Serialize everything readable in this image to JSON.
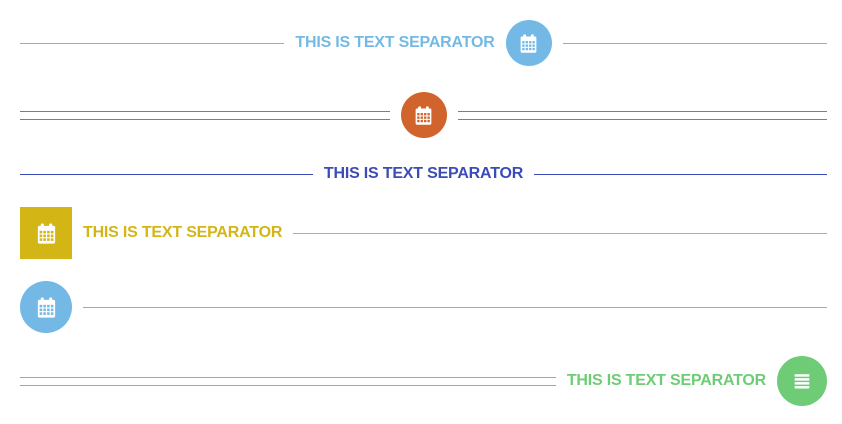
{
  "page": {
    "background": "#ffffff",
    "description": "Text separator component showcase"
  },
  "label_text": "THIS IS TEXT SEPARATOR",
  "separators": [
    {
      "label": "THIS IS TEXT SEPARATOR",
      "color": "#74b9e5",
      "icon": "calendar-icon",
      "icon_shape": "circle",
      "line_style": "single",
      "alignment": "center",
      "icon_position": "after-text"
    },
    {
      "label": "",
      "color": "#d0642c",
      "icon": "calendar-icon",
      "icon_shape": "circle",
      "line_style": "double",
      "alignment": "center",
      "icon_position": "only-icon"
    },
    {
      "label": "THIS IS TEXT SEPARATOR",
      "color": "#3b4cb8",
      "icon": "none",
      "icon_shape": "none",
      "line_style": "single",
      "alignment": "center",
      "icon_position": "no-icon"
    },
    {
      "label": "THIS IS TEXT SEPARATOR",
      "color": "#d3b616",
      "icon": "calendar-icon",
      "icon_shape": "square",
      "line_style": "single",
      "alignment": "left",
      "icon_position": "before-text"
    },
    {
      "label": "",
      "color": "#74b9e5",
      "icon": "calendar-icon",
      "icon_shape": "circle",
      "line_style": "single",
      "alignment": "left",
      "icon_position": "only-icon"
    },
    {
      "label": "THIS IS TEXT SEPARATOR",
      "color": "#6dcc75",
      "icon": "list-icon",
      "icon_shape": "circle",
      "line_style": "double",
      "alignment": "right",
      "icon_position": "after-text"
    }
  ]
}
